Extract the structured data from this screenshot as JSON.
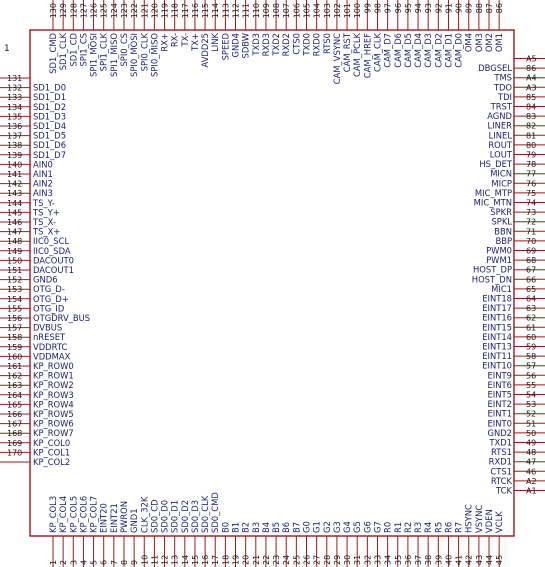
{
  "title": "1",
  "left_pins": [
    {
      "num": "131",
      "name": ""
    },
    {
      "num": "132",
      "name": "SD1_D0"
    },
    {
      "num": "133",
      "name": "SD1_D1"
    },
    {
      "num": "134",
      "name": "SD1_D2"
    },
    {
      "num": "135",
      "name": "SD1_D3"
    },
    {
      "num": "136",
      "name": "SD1_D4"
    },
    {
      "num": "137",
      "name": "SD1_D5"
    },
    {
      "num": "138",
      "name": "SD1_D6"
    },
    {
      "num": "139",
      "name": "SD1_D7"
    },
    {
      "num": "140",
      "name": "AIN0"
    },
    {
      "num": "141",
      "name": "AIN1"
    },
    {
      "num": "142",
      "name": "AIN2"
    },
    {
      "num": "143",
      "name": "AIN3"
    },
    {
      "num": "144",
      "name": "TS_Y-"
    },
    {
      "num": "145",
      "name": "TS_Y+"
    },
    {
      "num": "146",
      "name": "TS_X-"
    },
    {
      "num": "147",
      "name": "TS_X+"
    },
    {
      "num": "148",
      "name": "IIC0_SCL"
    },
    {
      "num": "149",
      "name": "IIC0_SDA"
    },
    {
      "num": "150",
      "name": "DACOUT0"
    },
    {
      "num": "151",
      "name": "DACOUT1"
    },
    {
      "num": "152",
      "name": "GND6"
    },
    {
      "num": "153",
      "name": "OTG_D-"
    },
    {
      "num": "154",
      "name": "OTG_D+"
    },
    {
      "num": "155",
      "name": "OTG_ID"
    },
    {
      "num": "156",
      "name": "OTGDRV_BUS"
    },
    {
      "num": "157",
      "name": "DVBUS"
    },
    {
      "num": "158",
      "name": "nRESET"
    },
    {
      "num": "159",
      "name": "VDDRTC"
    },
    {
      "num": "160",
      "name": "VDDMAX"
    },
    {
      "num": "161",
      "name": "KP_ROW0"
    },
    {
      "num": "162",
      "name": "KP_ROW1"
    },
    {
      "num": "163",
      "name": "KP_ROW2"
    },
    {
      "num": "164",
      "name": "KP_ROW3"
    },
    {
      "num": "165",
      "name": "KP_ROW4"
    },
    {
      "num": "166",
      "name": "KP_ROW5"
    },
    {
      "num": "167",
      "name": "KP_ROW6"
    },
    {
      "num": "168",
      "name": "KP_ROW7"
    },
    {
      "num": "169",
      "name": "KP_COL0"
    },
    {
      "num": "170",
      "name": "KP_COL1"
    },
    {
      "num": "",
      "name": "KP_COL2"
    }
  ],
  "right_pins": [
    {
      "num": "A5",
      "name": ""
    },
    {
      "num": "86",
      "name": "DBGSEL"
    },
    {
      "num": "A4",
      "name": "TMS"
    },
    {
      "num": "A3",
      "name": "TDO"
    },
    {
      "num": "85",
      "name": "TDI"
    },
    {
      "num": "84",
      "name": "TRST"
    },
    {
      "num": "83",
      "name": "AGND"
    },
    {
      "num": "82",
      "name": "LINER"
    },
    {
      "num": "81",
      "name": "LINEL"
    },
    {
      "num": "80",
      "name": "ROUT"
    },
    {
      "num": "79",
      "name": "LOUT"
    },
    {
      "num": "78",
      "name": "HS_DET"
    },
    {
      "num": "77",
      "name": "MICN"
    },
    {
      "num": "76",
      "name": "MICP"
    },
    {
      "num": "75",
      "name": "MIC_MTP"
    },
    {
      "num": "74",
      "name": "MIC_MTN"
    },
    {
      "num": "73",
      "name": "SPKR"
    },
    {
      "num": "72",
      "name": "SPKL"
    },
    {
      "num": "71",
      "name": "BBN"
    },
    {
      "num": "70",
      "name": "BBP"
    },
    {
      "num": "69",
      "name": "PWM0"
    },
    {
      "num": "68",
      "name": "PWM1"
    },
    {
      "num": "67",
      "name": "HOST_DP"
    },
    {
      "num": "66",
      "name": "HOST_DN"
    },
    {
      "num": "65",
      "name": "MIC1"
    },
    {
      "num": "64",
      "name": "EINT18"
    },
    {
      "num": "63",
      "name": "EINT17"
    },
    {
      "num": "62",
      "name": "EINT16"
    },
    {
      "num": "61",
      "name": "EINT15"
    },
    {
      "num": "60",
      "name": "EINT14"
    },
    {
      "num": "59",
      "name": "EINT13"
    },
    {
      "num": "58",
      "name": "EINT11"
    },
    {
      "num": "57",
      "name": "EINT10"
    },
    {
      "num": "56",
      "name": "EINT9"
    },
    {
      "num": "55",
      "name": "EINT6"
    },
    {
      "num": "54",
      "name": "EINT5"
    },
    {
      "num": "53",
      "name": "EINT2"
    },
    {
      "num": "52",
      "name": "EINT1"
    },
    {
      "num": "51",
      "name": "EINT0"
    },
    {
      "num": "50",
      "name": "GND2"
    },
    {
      "num": "49",
      "name": "TXD1"
    },
    {
      "num": "48",
      "name": "RTS1"
    },
    {
      "num": "47",
      "name": "RXD1"
    },
    {
      "num": "46",
      "name": "CTS1"
    },
    {
      "num": "A2",
      "name": "RTCK"
    },
    {
      "num": "A1",
      "name": "TCK"
    }
  ],
  "top_pins": [
    {
      "num": "130",
      "name": "SD1_CMD"
    },
    {
      "num": "129",
      "name": "SD1_CLK"
    },
    {
      "num": "128",
      "name": "SD1_CD"
    },
    {
      "num": "127",
      "name": "SPI1_CS"
    },
    {
      "num": "126",
      "name": "SPI1_MOSI"
    },
    {
      "num": "125",
      "name": "SPI1_CLK"
    },
    {
      "num": "124",
      "name": "SPI1_MISO"
    },
    {
      "num": "123",
      "name": "SPI0_CS"
    },
    {
      "num": "122",
      "name": "SPI0_MOSI"
    },
    {
      "num": "121",
      "name": "SPI0_CLK"
    },
    {
      "num": "120",
      "name": "SPI0_MISO"
    },
    {
      "num": "119",
      "name": "RX+"
    },
    {
      "num": "118",
      "name": "RX-"
    },
    {
      "num": "117",
      "name": "TX-"
    },
    {
      "num": "116",
      "name": "TX+"
    },
    {
      "num": "115",
      "name": "AVDD25"
    },
    {
      "num": "114",
      "name": "LINK"
    },
    {
      "num": "113",
      "name": "SPEED"
    },
    {
      "num": "112",
      "name": "GND4"
    },
    {
      "num": "111",
      "name": "SDBW"
    },
    {
      "num": "110",
      "name": "TXD3"
    },
    {
      "num": "109",
      "name": "RXD3"
    },
    {
      "num": "108",
      "name": "TXD2"
    },
    {
      "num": "107",
      "name": "RXD2"
    },
    {
      "num": "106",
      "name": "CTS0"
    },
    {
      "num": "105",
      "name": "TXD0"
    },
    {
      "num": "104",
      "name": "RXD0"
    },
    {
      "num": "103",
      "name": "RTS0"
    },
    {
      "num": "102",
      "name": "CAM_VSYNC"
    },
    {
      "num": "101",
      "name": "CAM_RST"
    },
    {
      "num": "100",
      "name": "CAM_PCLK"
    },
    {
      "num": "99",
      "name": "CAM_HREF"
    },
    {
      "num": "98",
      "name": "CAM_CLK"
    },
    {
      "num": "97",
      "name": "CAM_D7"
    },
    {
      "num": "96",
      "name": "CAM_D6"
    },
    {
      "num": "95",
      "name": "CAM_D5"
    },
    {
      "num": "94",
      "name": "CAM_D4"
    },
    {
      "num": "93",
      "name": "CAM_D3"
    },
    {
      "num": "92",
      "name": "CAM_D2"
    },
    {
      "num": "91",
      "name": "CAM_D1"
    },
    {
      "num": "90",
      "name": "CAM_D0"
    },
    {
      "num": "89",
      "name": "OM4"
    },
    {
      "num": "88",
      "name": "OM3"
    },
    {
      "num": "87",
      "name": "OM2"
    },
    {
      "num": "86",
      "name": "OM1"
    }
  ],
  "bottom_pins": [
    {
      "num": "1",
      "name": "KP_COL3"
    },
    {
      "num": "2",
      "name": "KP_COL4"
    },
    {
      "num": "3",
      "name": "KP_COL5"
    },
    {
      "num": "4",
      "name": "KP_COL6"
    },
    {
      "num": "5",
      "name": "KP_COL7"
    },
    {
      "num": "6",
      "name": "EINT20"
    },
    {
      "num": "7",
      "name": "EINT21"
    },
    {
      "num": "8",
      "name": "PWRON"
    },
    {
      "num": "9",
      "name": "GND1"
    },
    {
      "num": "10",
      "name": "CLK_32K"
    },
    {
      "num": "11",
      "name": "SD0_CD"
    },
    {
      "num": "12",
      "name": "SD0_D0"
    },
    {
      "num": "13",
      "name": "SD0_D1"
    },
    {
      "num": "14",
      "name": "SD0_D2"
    },
    {
      "num": "15",
      "name": "SD0_D3"
    },
    {
      "num": "16",
      "name": "SD0_CLK"
    },
    {
      "num": "17",
      "name": "SD0_CMD"
    },
    {
      "num": "18",
      "name": "B0"
    },
    {
      "num": "19",
      "name": "B1"
    },
    {
      "num": "20",
      "name": "B2"
    },
    {
      "num": "21",
      "name": "B3"
    },
    {
      "num": "22",
      "name": "B4"
    },
    {
      "num": "23",
      "name": "B5"
    },
    {
      "num": "24",
      "name": "B6"
    },
    {
      "num": "25",
      "name": "B7"
    },
    {
      "num": "26",
      "name": "G0"
    },
    {
      "num": "27",
      "name": "G1"
    },
    {
      "num": "28",
      "name": "G2"
    },
    {
      "num": "29",
      "name": "G3"
    },
    {
      "num": "30",
      "name": "G4"
    },
    {
      "num": "31",
      "name": "G5"
    },
    {
      "num": "32",
      "name": "G6"
    },
    {
      "num": "33",
      "name": "G7"
    },
    {
      "num": "34",
      "name": "R0"
    },
    {
      "num": "35",
      "name": "R1"
    },
    {
      "num": "36",
      "name": "R2"
    },
    {
      "num": "37",
      "name": "R3"
    },
    {
      "num": "38",
      "name": "R4"
    },
    {
      "num": "39",
      "name": "R5"
    },
    {
      "num": "40",
      "name": "R6"
    },
    {
      "num": "41",
      "name": "R7"
    },
    {
      "num": "42",
      "name": "HSYNC"
    },
    {
      "num": "43",
      "name": "VSYNC"
    },
    {
      "num": "44",
      "name": "VDEN"
    },
    {
      "num": "45",
      "name": "VCLK"
    }
  ]
}
